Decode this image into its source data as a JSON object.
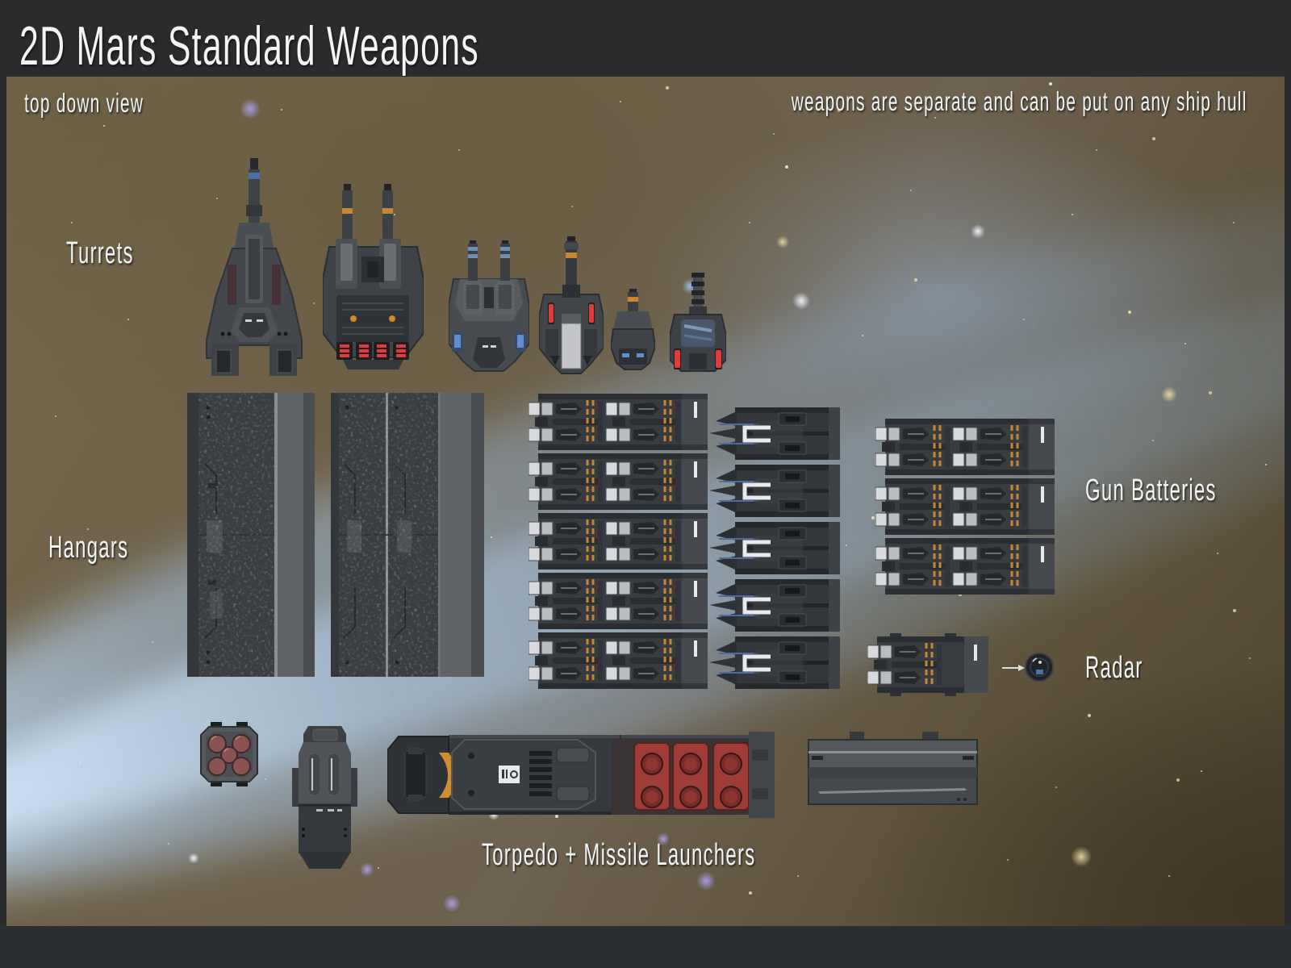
{
  "header": {
    "title": "2D Mars Standard Weapons"
  },
  "notes": {
    "view": "top down view",
    "hull": "weapons are separate and can be put on any ship hull"
  },
  "labels": {
    "turrets": "Turrets",
    "hangars": "Hangars",
    "gun_batteries": "Gun Batteries",
    "radar": "Radar",
    "launchers": "Torpedo + Missile Launchers"
  },
  "sprites": {
    "turrets": [
      "heavy-cannon-turret",
      "dual-cannon-turret",
      "twin-flak-turret",
      "medium-laser-turret",
      "small-gun-turret",
      "gatling-turret"
    ],
    "hangars": [
      "single-bay-hangar",
      "double-bay-hangar"
    ],
    "gun_batteries": [
      "battery-stack-5x2",
      "battery-stack-5x1",
      "battery-stack-3x2",
      "battery-single"
    ],
    "radar": [
      "radar-dish"
    ],
    "launchers": [
      "missile-pod-5-tube",
      "vertical-missile-launcher",
      "torpedo-launcher-6-tube",
      "missile-box-launcher"
    ]
  },
  "palette": {
    "frame": "#2a2b2d",
    "nebula_brown": "#6f614a",
    "nebula_blue": "#8fb2d4",
    "hull_dark": "#35383c",
    "hull_mid": "#43464b",
    "hull_light": "#5b5e63",
    "accent_orange": "#c8862e",
    "accent_blue": "#4d6fa3",
    "glow_blue": "#5f8fd0",
    "warning_red": "#e23a3a",
    "tube_red": "#8d3530",
    "white_detail": "#e6e8ea"
  }
}
